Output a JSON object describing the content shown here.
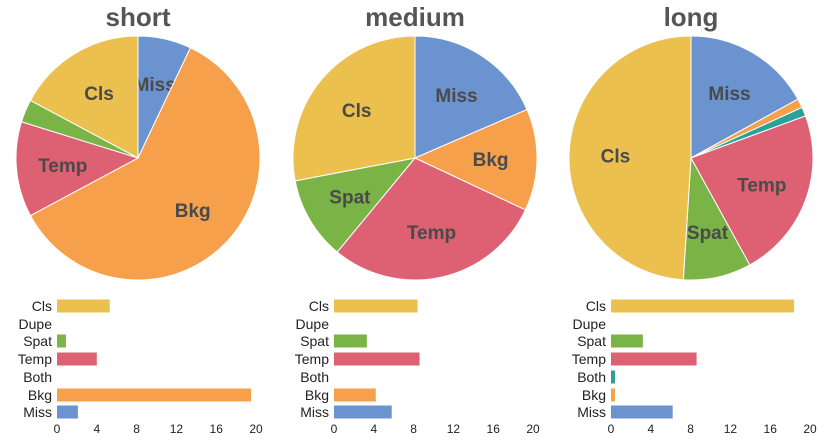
{
  "colors": {
    "Cls": "#ecc04e",
    "Dupe": "#9b59b6",
    "Spat": "#7ab446",
    "Temp": "#de6073",
    "Both": "#2aa198",
    "Bkg": "#f6a04b",
    "Miss": "#6a93cf"
  },
  "chart_data": [
    {
      "type": "pie",
      "title": "short",
      "slices": [
        {
          "name": "Miss",
          "value": 7.0,
          "label": "Miss"
        },
        {
          "name": "Bkg",
          "value": 59.5,
          "label": "Bkg"
        },
        {
          "name": "Temp",
          "value": 12.5,
          "label": "Temp"
        },
        {
          "name": "Spat",
          "value": 3.0,
          "label": ""
        },
        {
          "name": "Cls",
          "value": 17.0,
          "label": "Cls"
        }
      ],
      "bar": {
        "type": "bar",
        "orientation": "horizontal",
        "categories": [
          "Cls",
          "Dupe",
          "Spat",
          "Temp",
          "Both",
          "Bkg",
          "Miss"
        ],
        "values": [
          5.3,
          0,
          0.9,
          4.0,
          0,
          19.5,
          2.1
        ],
        "xlim": [
          0,
          20
        ],
        "xticks": [
          0,
          4,
          8,
          12,
          16,
          20
        ]
      }
    },
    {
      "type": "pie",
      "title": "medium",
      "slices": [
        {
          "name": "Miss",
          "value": 18.5,
          "label": "Miss"
        },
        {
          "name": "Bkg",
          "value": 13.5,
          "label": "Bkg"
        },
        {
          "name": "Temp",
          "value": 29.0,
          "label": "Temp"
        },
        {
          "name": "Spat",
          "value": 11.0,
          "label": "Spat"
        },
        {
          "name": "Cls",
          "value": 28.0,
          "label": "Cls"
        }
      ],
      "bar": {
        "type": "bar",
        "orientation": "horizontal",
        "categories": [
          "Cls",
          "Dupe",
          "Spat",
          "Temp",
          "Both",
          "Bkg",
          "Miss"
        ],
        "values": [
          8.4,
          0,
          3.3,
          8.6,
          0,
          4.2,
          5.8
        ],
        "xlim": [
          0,
          20
        ],
        "xticks": [
          0,
          4,
          8,
          12,
          16,
          20
        ]
      }
    },
    {
      "type": "pie",
      "title": "long",
      "slices": [
        {
          "name": "Miss",
          "value": 17.0,
          "label": "Miss"
        },
        {
          "name": "Bkg",
          "value": 1.2,
          "label": ""
        },
        {
          "name": "Both",
          "value": 1.2,
          "label": ""
        },
        {
          "name": "Temp",
          "value": 22.6,
          "label": "Temp"
        },
        {
          "name": "Spat",
          "value": 9.0,
          "label": "Spat"
        },
        {
          "name": "Cls",
          "value": 49.0,
          "label": "Cls"
        }
      ],
      "bar": {
        "type": "bar",
        "orientation": "horizontal",
        "categories": [
          "Cls",
          "Dupe",
          "Spat",
          "Temp",
          "Both",
          "Bkg",
          "Miss"
        ],
        "values": [
          18.4,
          0,
          3.2,
          8.6,
          0.4,
          0.4,
          6.2
        ],
        "xlim": [
          0,
          20
        ],
        "xticks": [
          0,
          4,
          8,
          12,
          16,
          20
        ]
      }
    }
  ]
}
